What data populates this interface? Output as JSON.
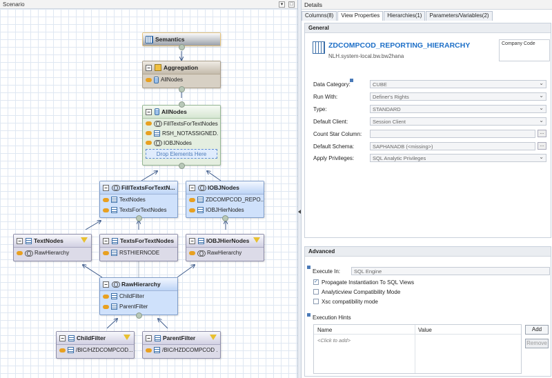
{
  "scenario": {
    "title": "Scenario"
  },
  "nodes": {
    "semantics": {
      "title": "Semantics"
    },
    "aggregation": {
      "title": "Aggregation",
      "rows": [
        "AllNodes"
      ]
    },
    "allnodes": {
      "title": "AllNodes",
      "rows": [
        "FillTextsForTextNodes",
        "RSH_NOTASSIGNED.",
        "IOBJNodes"
      ],
      "drop": "Drop Elements Here"
    },
    "filltexts": {
      "title": "FillTextsForTextN...",
      "rows": [
        "TextNodes",
        "TextsForTextNodes"
      ]
    },
    "iobjnodes": {
      "title": "IOBJNodes",
      "rows": [
        "ZDCOMPCOD_REPO...",
        "IOBJHierNodes"
      ]
    },
    "textnodes": {
      "title": "TextNodes",
      "rows": [
        "RawHierarchy"
      ]
    },
    "textsfortextnodes": {
      "title": "TextsForTextNodes",
      "rows": [
        "RSTHIERNODE"
      ]
    },
    "iobjhiernodes": {
      "title": "IOBJHierNodes",
      "rows": [
        "RawHierarchy"
      ]
    },
    "rawhierarchy": {
      "title": "RawHierarchy",
      "rows": [
        "ChildFilter",
        "ParentFilter"
      ]
    },
    "childfilter": {
      "title": "ChildFilter",
      "rows": [
        "/BIC/HZDCOMPCOD..."
      ]
    },
    "parentfilter": {
      "title": "ParentFilter",
      "rows": [
        "/BIC/HZDCOMPCOD ."
      ]
    }
  },
  "details": {
    "title": "Details",
    "tabs": [
      "Columns(8)",
      "View Properties",
      "Hierarchies(1)",
      "Parameters/Variables(2)"
    ],
    "general": {
      "title": "General",
      "view_name": "ZDCOMPCOD_REPORTING_HIERARCHY",
      "package": "NLH.system-local.bw.bw2hana",
      "label": "Company Code",
      "fields": [
        {
          "label": "Data Category:",
          "value": "CUBE"
        },
        {
          "label": "Run With:",
          "value": "Definer's Rights"
        },
        {
          "label": "Type:",
          "value": "STANDARD"
        },
        {
          "label": "Default Client:",
          "value": "Session Client"
        },
        {
          "label": "Count Star Column:",
          "value": ""
        },
        {
          "label": "Default Schema:",
          "value": "SAPHANADB (<missing>)"
        },
        {
          "label": "Apply Privileges:",
          "value": "SQL Analytic Privileges"
        }
      ]
    },
    "advanced": {
      "title": "Advanced",
      "execute_label": "Execute In:",
      "execute_value": "SQL Engine",
      "checks": [
        {
          "label": "Propagate Instantiation To SQL Views",
          "checked": true
        },
        {
          "label": "Analyticview Compatibility Mode",
          "checked": false
        },
        {
          "label": "Xsc compatibility mode",
          "checked": false
        }
      ],
      "hints_title": "Execution Hints",
      "hint_cols": [
        "Name",
        "Value"
      ],
      "hint_placeholder": "<Click to add>",
      "add_label": "Add",
      "remove_label": "Remove"
    }
  }
}
